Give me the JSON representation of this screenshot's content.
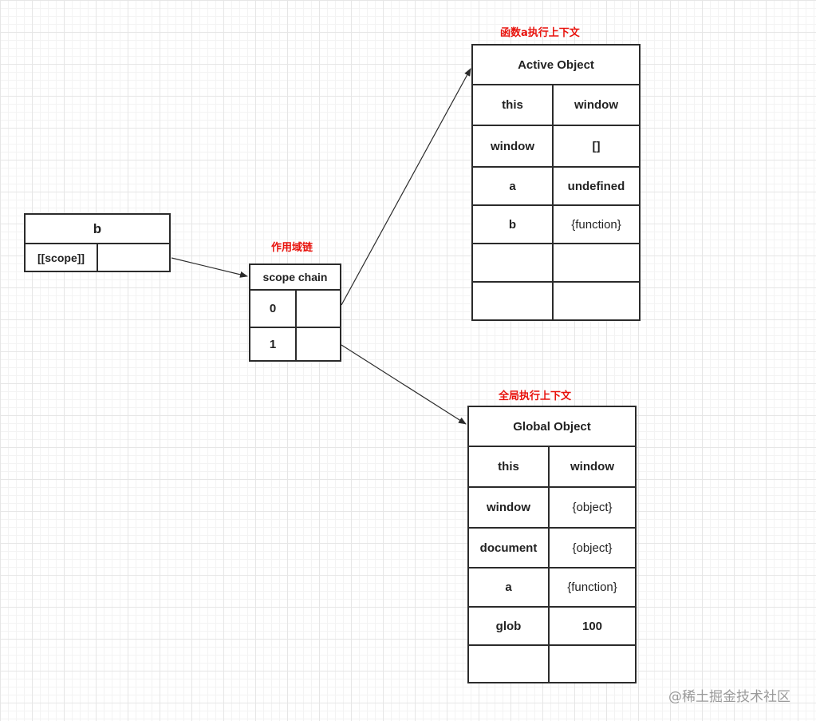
{
  "b_box": {
    "title": "b",
    "scope_label": "[[scope]]",
    "scope_value": ""
  },
  "scope_chain": {
    "caption": "作用域链",
    "title": "scope chain",
    "rows": [
      {
        "index": "0",
        "value": ""
      },
      {
        "index": "1",
        "value": ""
      }
    ]
  },
  "active_object": {
    "caption": "函数a执行上下文",
    "title": "Active Object",
    "rows": [
      {
        "key": "this",
        "value": "window"
      },
      {
        "key": "window",
        "value": "[]"
      },
      {
        "key": "a",
        "value": "undefined"
      },
      {
        "key": "b",
        "value": "{function}"
      },
      {
        "key": "",
        "value": ""
      },
      {
        "key": "",
        "value": ""
      }
    ]
  },
  "global_object": {
    "caption": "全局执行上下文",
    "title": "Global Object",
    "rows": [
      {
        "key": "this",
        "value": "window"
      },
      {
        "key": "window",
        "value": "{object}"
      },
      {
        "key": "document",
        "value": "{object}"
      },
      {
        "key": "a",
        "value": "{function}"
      },
      {
        "key": "glob",
        "value": "100"
      },
      {
        "key": "",
        "value": ""
      }
    ]
  },
  "watermark": "@稀土掘金技术社区",
  "colors": {
    "caption": "#e8120c",
    "border": "#2b2b2b",
    "grid": "#e6e6e6"
  }
}
